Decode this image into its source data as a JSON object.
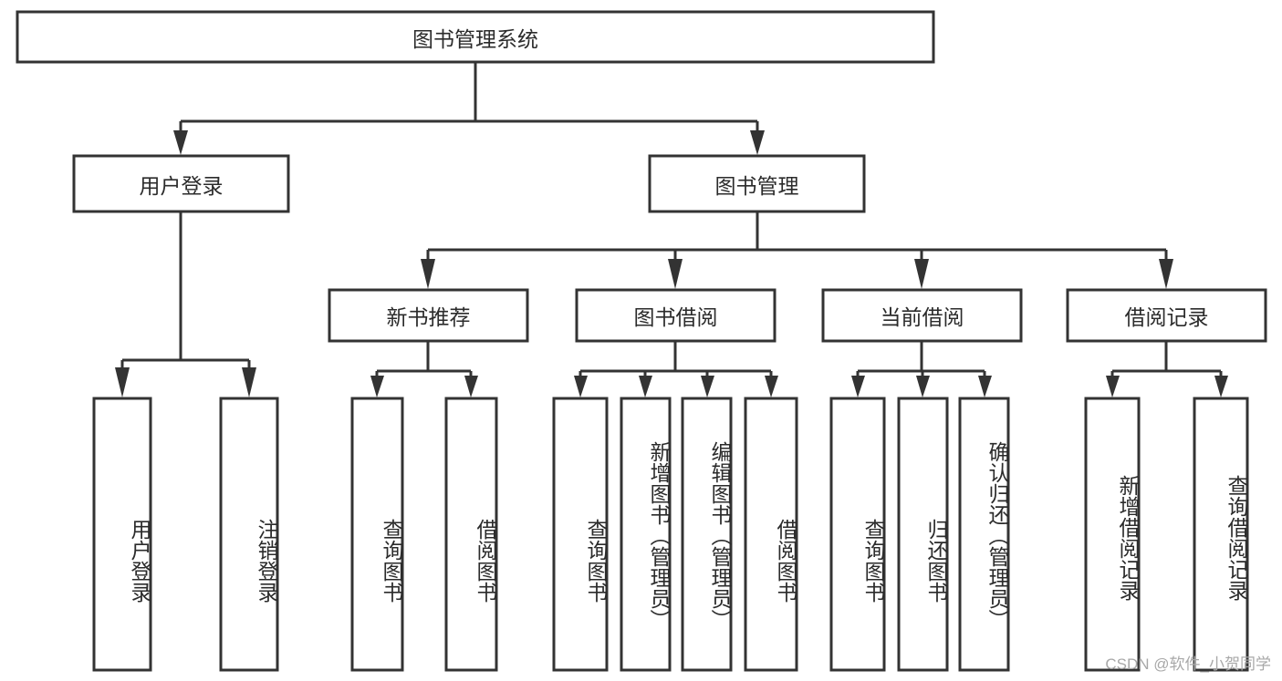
{
  "diagram": {
    "type": "tree",
    "title": "图书管理系统",
    "orientation": "top-down",
    "watermark": "CSDN @软件_小贺同学",
    "colors": {
      "box_fill": "#ffffff",
      "box_stroke": "#333333",
      "text": "#2b2b2b",
      "background": "#ffffff",
      "watermark": "#a8a8a8"
    },
    "root": {
      "label": "图书管理系统"
    },
    "level2": [
      {
        "label": "用户登录"
      },
      {
        "label": "图书管理"
      }
    ],
    "level3": [
      {
        "label": "新书推荐"
      },
      {
        "label": "图书借阅"
      },
      {
        "label": "当前借阅"
      },
      {
        "label": "借阅记录"
      }
    ],
    "leaves": {
      "user_login": [
        {
          "label": "用户登录"
        },
        {
          "label": "注销登录"
        }
      ],
      "new_book_recommend": [
        {
          "label": "查询图书"
        },
        {
          "label": "借阅图书"
        }
      ],
      "book_borrow": [
        {
          "label": "查询图书"
        },
        {
          "label": "新增图书（管理员）"
        },
        {
          "label": "编辑图书（管理员）"
        },
        {
          "label": "借阅图书"
        }
      ],
      "current_borrow": [
        {
          "label": "查询图书"
        },
        {
          "label": "归还图书"
        },
        {
          "label": "确认归还（管理员）"
        }
      ],
      "borrow_record": [
        {
          "label": "新增借阅记录"
        },
        {
          "label": "查询借阅记录"
        }
      ]
    }
  }
}
